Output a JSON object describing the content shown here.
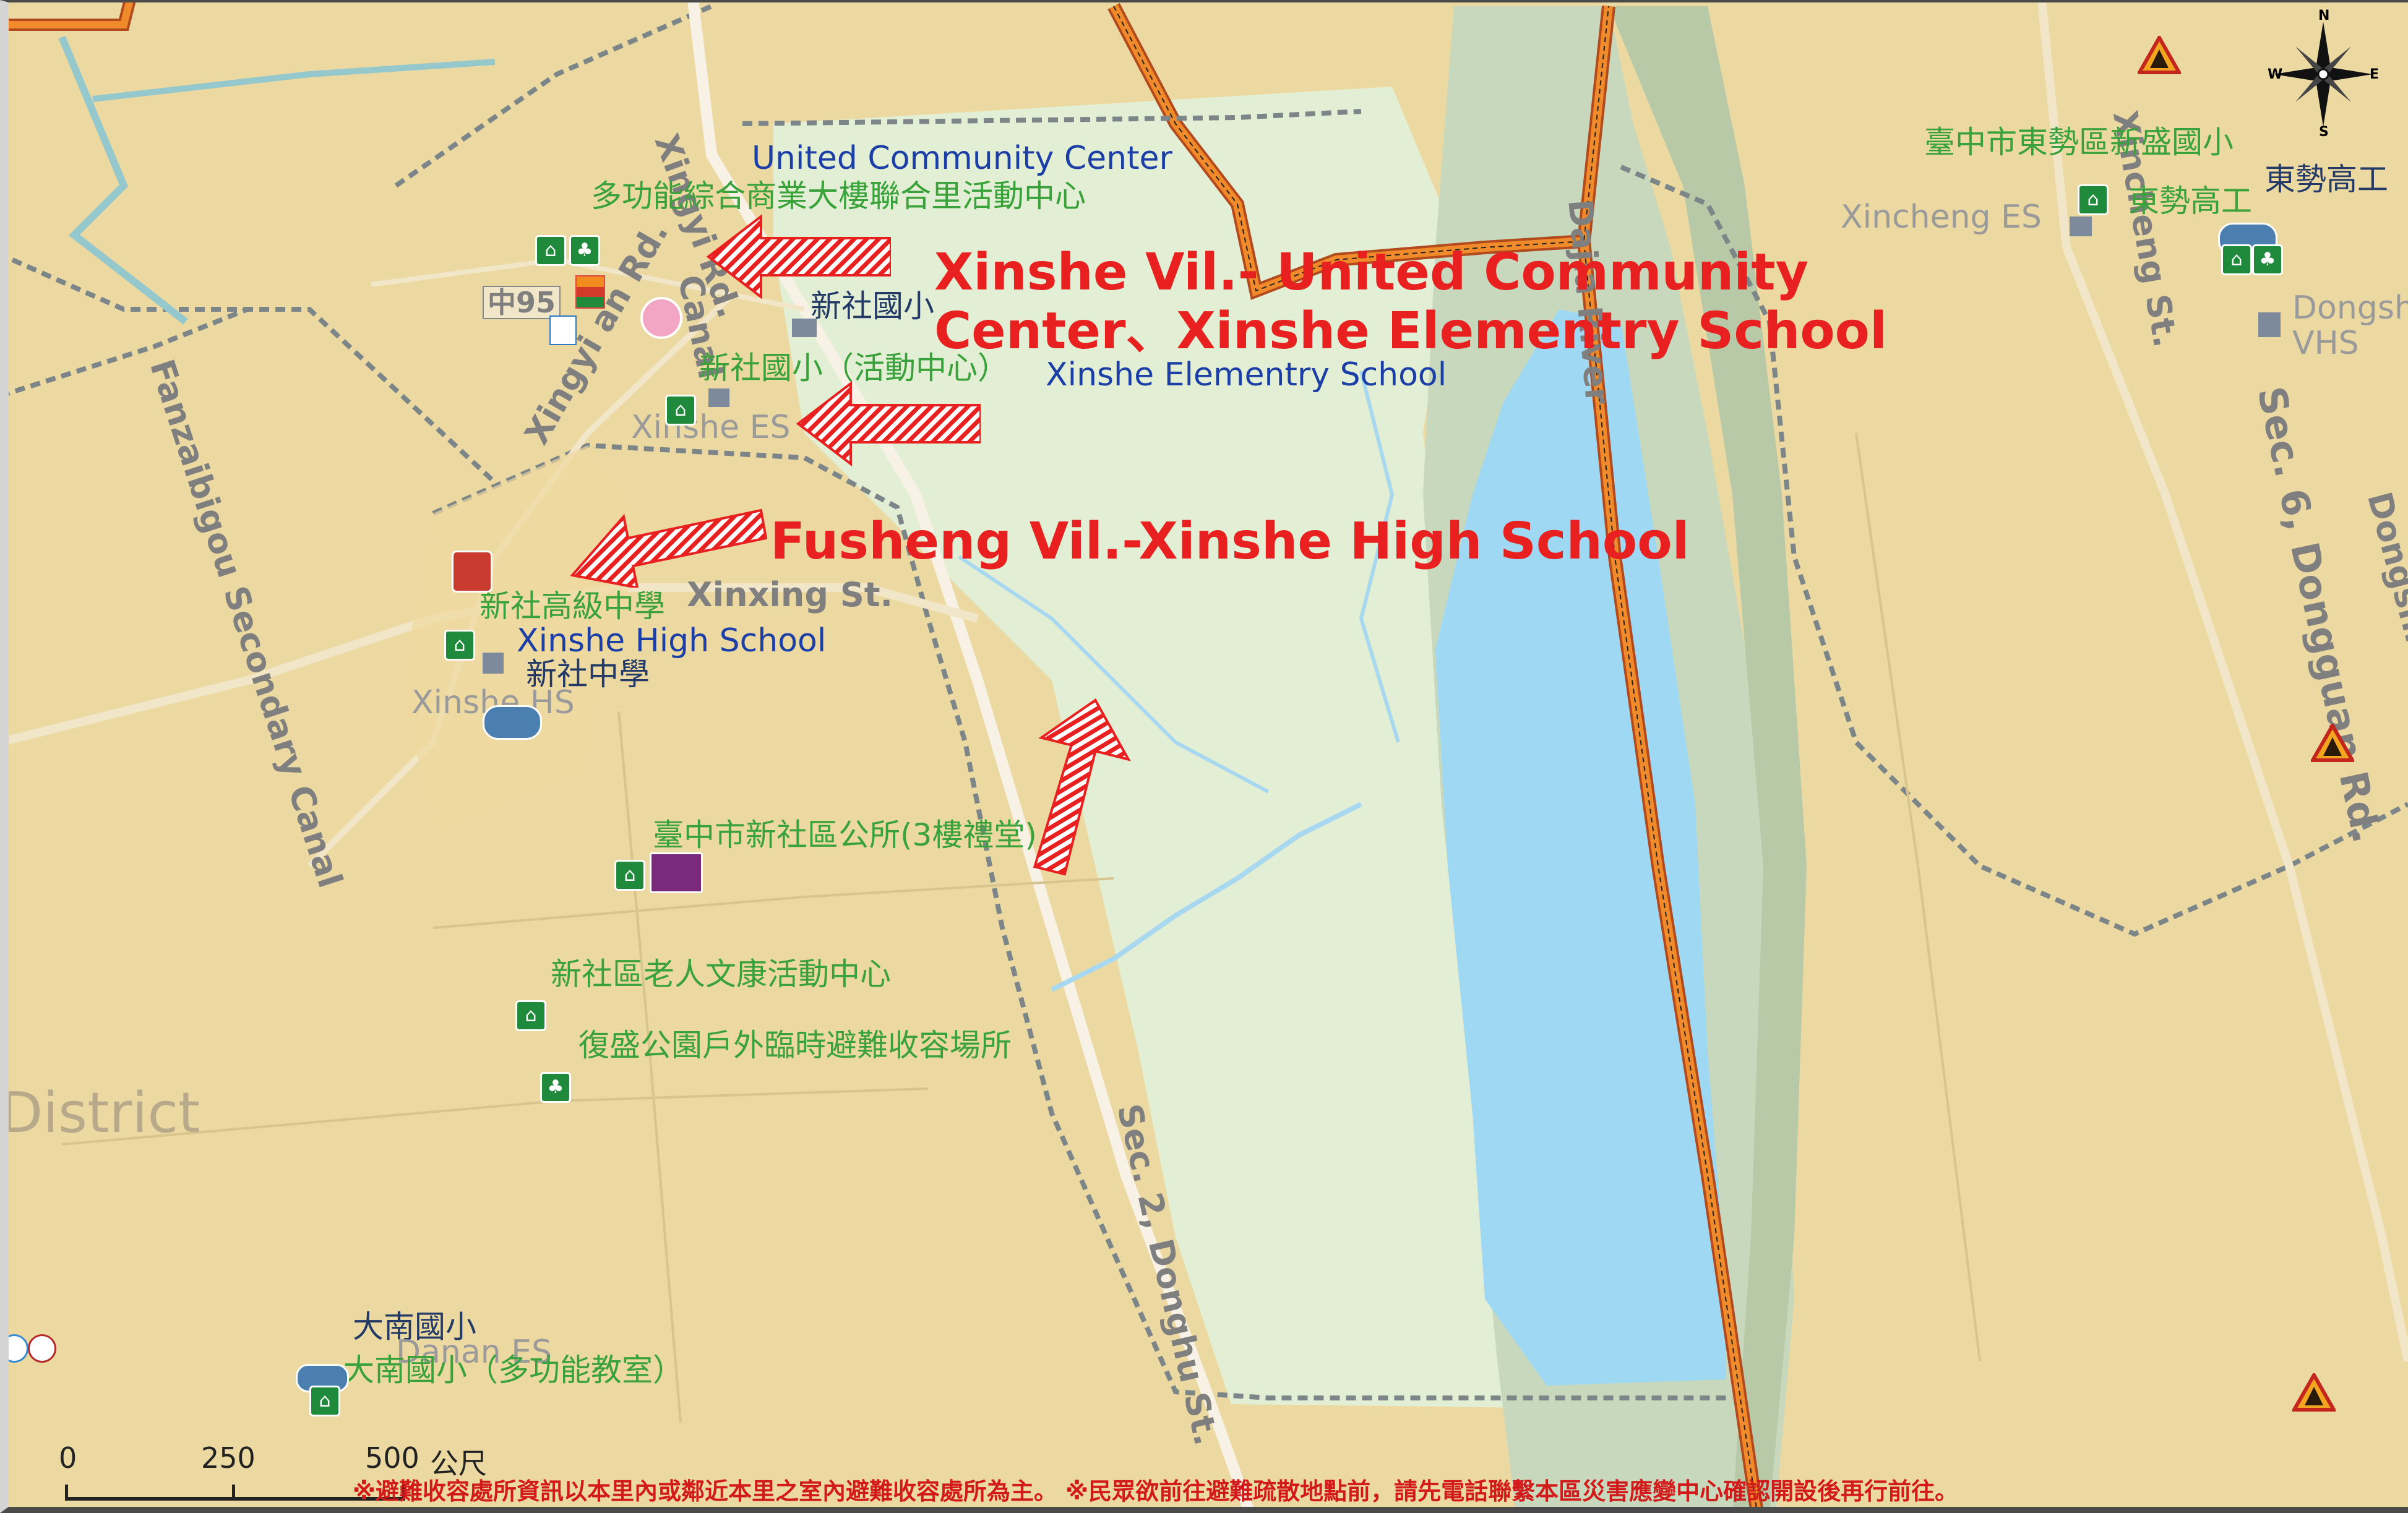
{
  "map": {
    "street_labels": {
      "xingyi_rd": "Xingyi Rd.",
      "xingyi_rd_cont": "Xingyi an Rd.",
      "xinxing_st": "Xinxing St.",
      "fanzaibigou_canal": "Fanzaibigou Secondary Canal",
      "donghu_st": "Sec. 2, Donghu St.",
      "dongguan_rd": "Sec. 6, Dongguan Rd.",
      "dongshi": "Dongshi",
      "xincheng_st": "Xincheng St.",
      "daija_river": "Dajia River",
      "canal": "Canal",
      "district": "District",
      "zhong95": "中95"
    },
    "places": {
      "united_en": "United Community Center",
      "united_zh": "多功能綜合商業大樓聯合里活動中心",
      "xinshe_es_zh": "新社國小",
      "xinshe_es_activity_zh": "新社國小（活動中心）",
      "xinshe_es_en": "Xinshe Elementry School",
      "xinshe_es_grey": "Xinshe ES",
      "xinshe_hs_zh": "新社高級中學",
      "xinshe_hs_en": "Xinshe High School",
      "xinshe_ms_zh": "新社中學",
      "xinshe_hs_grey": "Xinshe HS",
      "district_office_zh": "臺中市新社區公所(3樓禮堂)",
      "elder_center_zh": "新社區老人文康活動中心",
      "fusheng_park_zh": "復盛公園戶外臨時避難收容場所",
      "danan_es_zh": "大南國小",
      "danan_es_class_zh": "大南國小（多功能教室）",
      "danan_es_grey": "Danan ES",
      "dongshi_xinsheng_zh": "臺中市東勢區新盛國小",
      "xincheng_es_grey": "Xincheng ES",
      "dongshi_vhs_zh": "東勢高工",
      "dongshi_vhs_zh2": "東勢高工",
      "dongshi_vhs_grey": "Dongshi VHS"
    },
    "callouts": {
      "xinshe_title_line1": "Xinshe Vil.- United Community",
      "xinshe_title_line2": "Center、Xinshe Elementry School",
      "fusheng_title": "Fusheng Vil.-Xinshe High School"
    },
    "compass": {
      "n": "N",
      "s": "S",
      "e": "E",
      "w": "W"
    },
    "scale": {
      "zero": "0",
      "mid": "250",
      "end": "500",
      "unit": "公尺"
    },
    "note": "※避難收容處所資訊以本里內或鄰近本里之室內避難收容處所為主。 ※民眾欲前往避難疏散地點前，請先電話聯繫本區災害應變中心確認開設後再行前往。",
    "colors": {
      "land": "#ecd9a2",
      "park": "#e3efd4",
      "river": "#9fd8f2",
      "boundary": "#e06a16",
      "label_red": "#e8201f",
      "shelter_green": "#1f8a3b"
    }
  }
}
